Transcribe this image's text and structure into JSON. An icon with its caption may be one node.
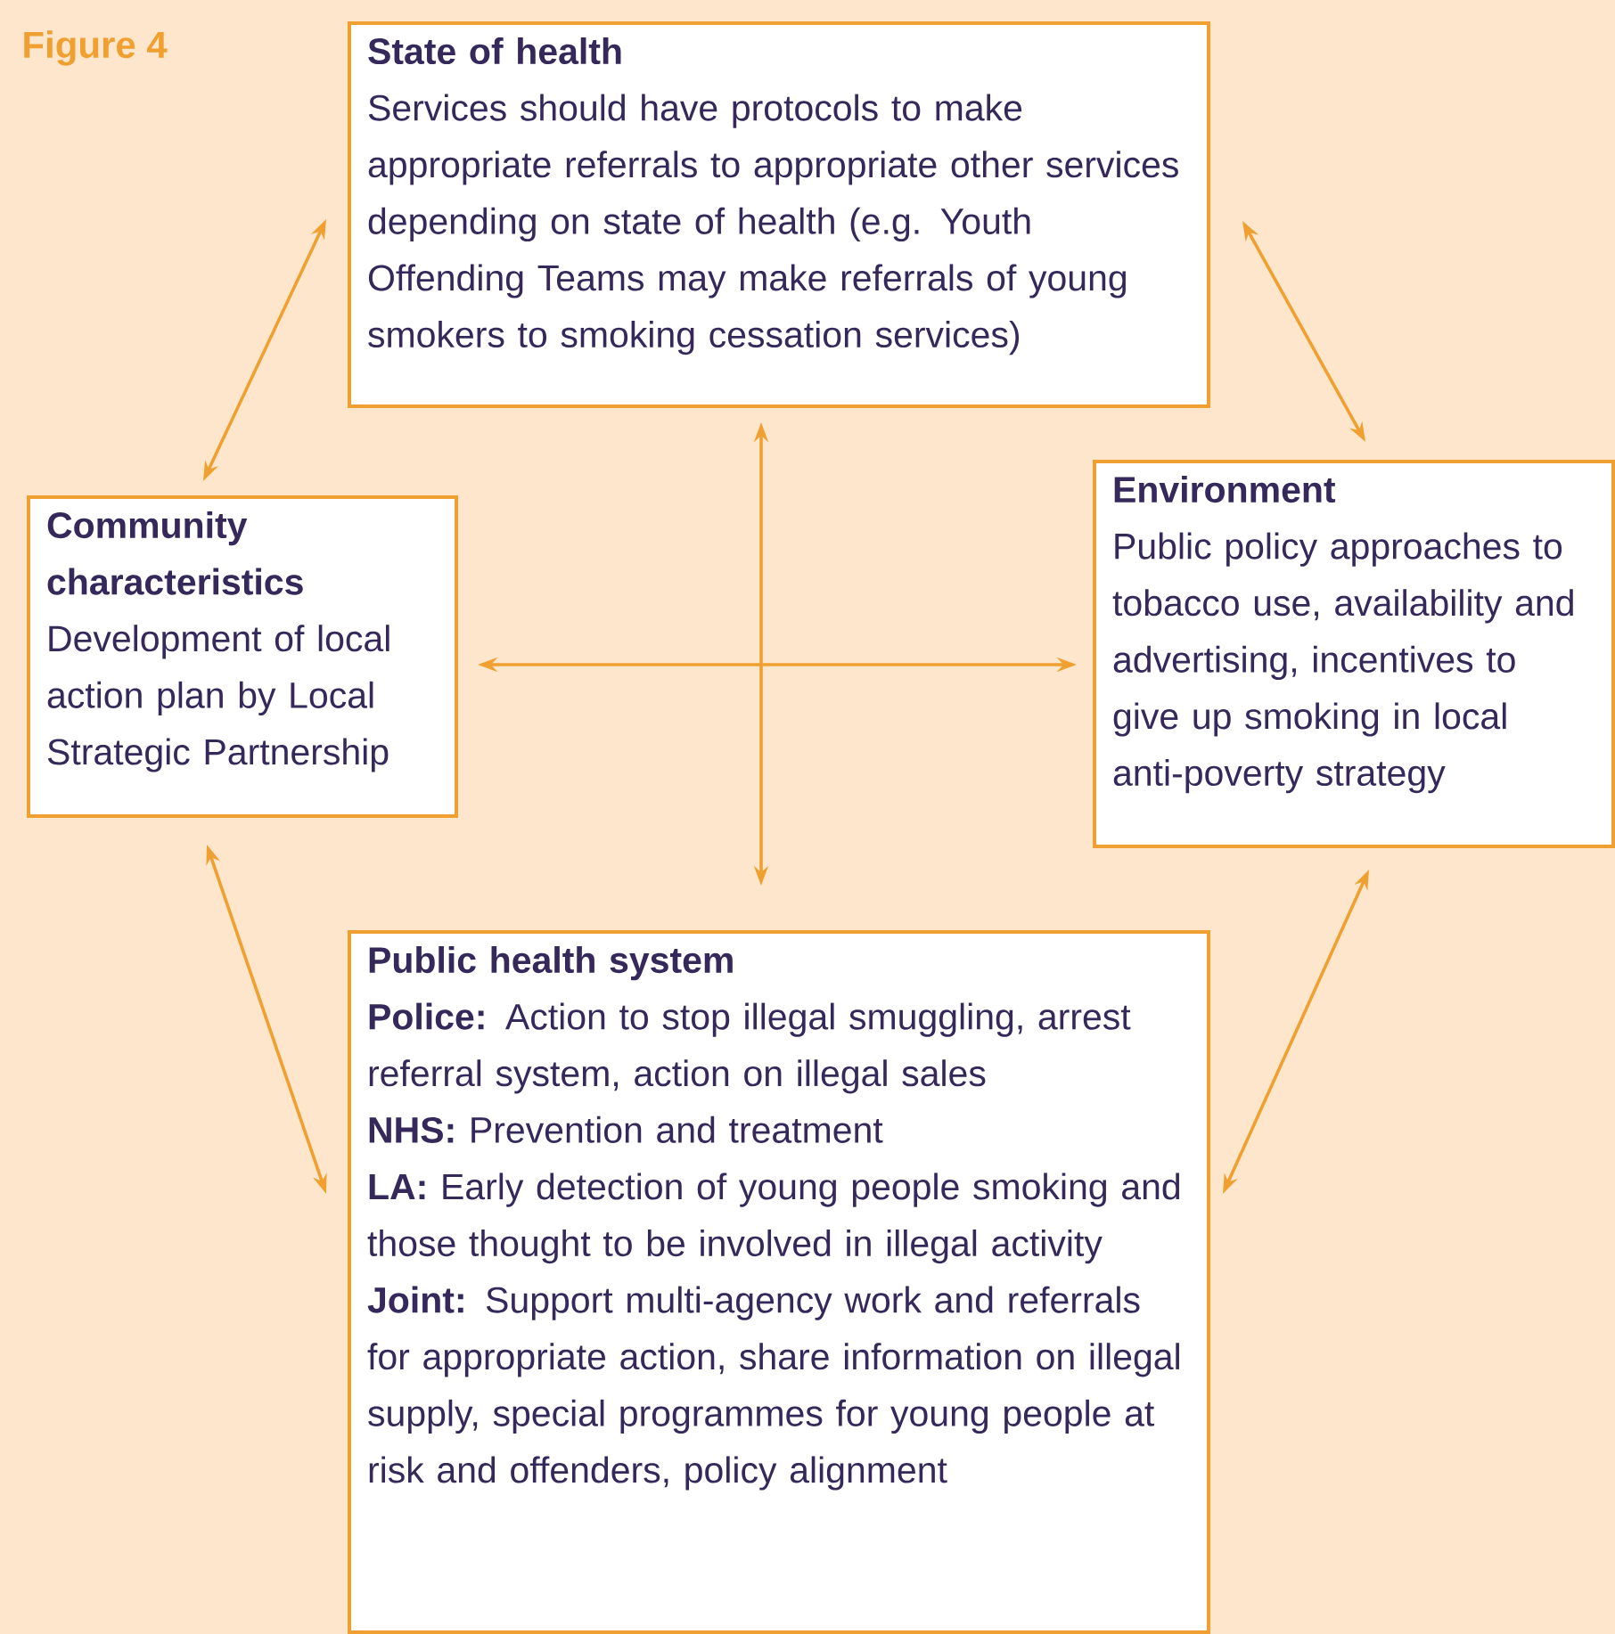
{
  "diagram": {
    "title": "Figure 4",
    "nodes": [
      {
        "text": [
          "State of health",
          "Services should have protocols to make appropriate referrals to appropriate other services depending on state of health (e.g. Youth Offending Teams may make referrals of young smokers to smoking cessation services)"
        ]
      },
      {
        "text": [
          "Community characteristics",
          "Development of local action plan by Local Strategic Partnership"
        ]
      },
      {
        "text": [
          "Environment",
          "Public policy approaches to tobacco use, availability and advertising, incentives to give up smoking in local anti-poverty strategy"
        ]
      },
      {
        "text": [
          "Public health system",
          "**Police:** Action to stop illegal smuggling, arrest referral system, action on illegal sales",
          "**NHS:** Prevention and treatment",
          "**LA:** Early detection of young people smoking and those thought to be involved in illegal activity",
          "**Joint:** Support multi-agency work and referrals for appropriate action, share information on illegal supply, special programmes for young people at risk and offenders, policy alignment"
        ]
      }
    ],
    "edges": [
      {
        "from": 0,
        "to": 1,
        "arrow": "both"
      },
      {
        "from": 0,
        "to": 2,
        "arrow": "both"
      },
      {
        "from": 1,
        "to": 3,
        "arrow": "both"
      },
      {
        "from": 2,
        "to": 3,
        "arrow": "both"
      },
      {
        "from": 1,
        "to": 2,
        "arrow": "both"
      },
      {
        "from": 0,
        "to": 3,
        "arrow": "both"
      }
    ]
  }
}
